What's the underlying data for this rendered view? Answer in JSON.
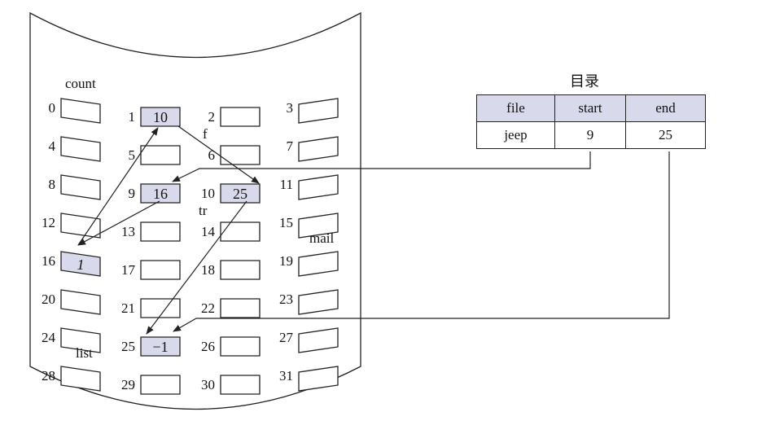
{
  "blocks": [
    {
      "num": "0",
      "value": "",
      "used": false
    },
    {
      "num": "1",
      "value": "10",
      "used": true
    },
    {
      "num": "2",
      "value": "",
      "used": false
    },
    {
      "num": "3",
      "value": "",
      "used": false
    },
    {
      "num": "4",
      "value": "",
      "used": false
    },
    {
      "num": "5",
      "value": "",
      "used": false
    },
    {
      "num": "6",
      "value": "",
      "used": false
    },
    {
      "num": "7",
      "value": "",
      "used": false
    },
    {
      "num": "8",
      "value": "",
      "used": false
    },
    {
      "num": "9",
      "value": "16",
      "used": true
    },
    {
      "num": "10",
      "value": "25",
      "used": true
    },
    {
      "num": "11",
      "value": "",
      "used": false
    },
    {
      "num": "12",
      "value": "",
      "used": false
    },
    {
      "num": "13",
      "value": "",
      "used": false
    },
    {
      "num": "14",
      "value": "",
      "used": false
    },
    {
      "num": "15",
      "value": "",
      "used": false
    },
    {
      "num": "16",
      "value": "1",
      "used": true
    },
    {
      "num": "17",
      "value": "",
      "used": false
    },
    {
      "num": "18",
      "value": "",
      "used": false
    },
    {
      "num": "19",
      "value": "",
      "used": false
    },
    {
      "num": "20",
      "value": "",
      "used": false
    },
    {
      "num": "21",
      "value": "",
      "used": false
    },
    {
      "num": "22",
      "value": "",
      "used": false
    },
    {
      "num": "23",
      "value": "",
      "used": false
    },
    {
      "num": "24",
      "value": "",
      "used": false
    },
    {
      "num": "25",
      "value": "−1",
      "used": true
    },
    {
      "num": "26",
      "value": "",
      "used": false
    },
    {
      "num": "27",
      "value": "",
      "used": false
    },
    {
      "num": "28",
      "value": "",
      "used": false
    },
    {
      "num": "29",
      "value": "",
      "used": false
    },
    {
      "num": "30",
      "value": "",
      "used": false
    },
    {
      "num": "31",
      "value": "",
      "used": false
    }
  ],
  "labels": {
    "count": "count",
    "f": "f",
    "tr": "tr",
    "mail": "mail",
    "list": "list"
  },
  "directory": {
    "title": "目录",
    "headers": [
      "file",
      "start",
      "end"
    ],
    "row": [
      "jeep",
      "9",
      "25"
    ]
  },
  "colors": {
    "used_fill": "#d9d9ec",
    "stroke": "#222222"
  }
}
